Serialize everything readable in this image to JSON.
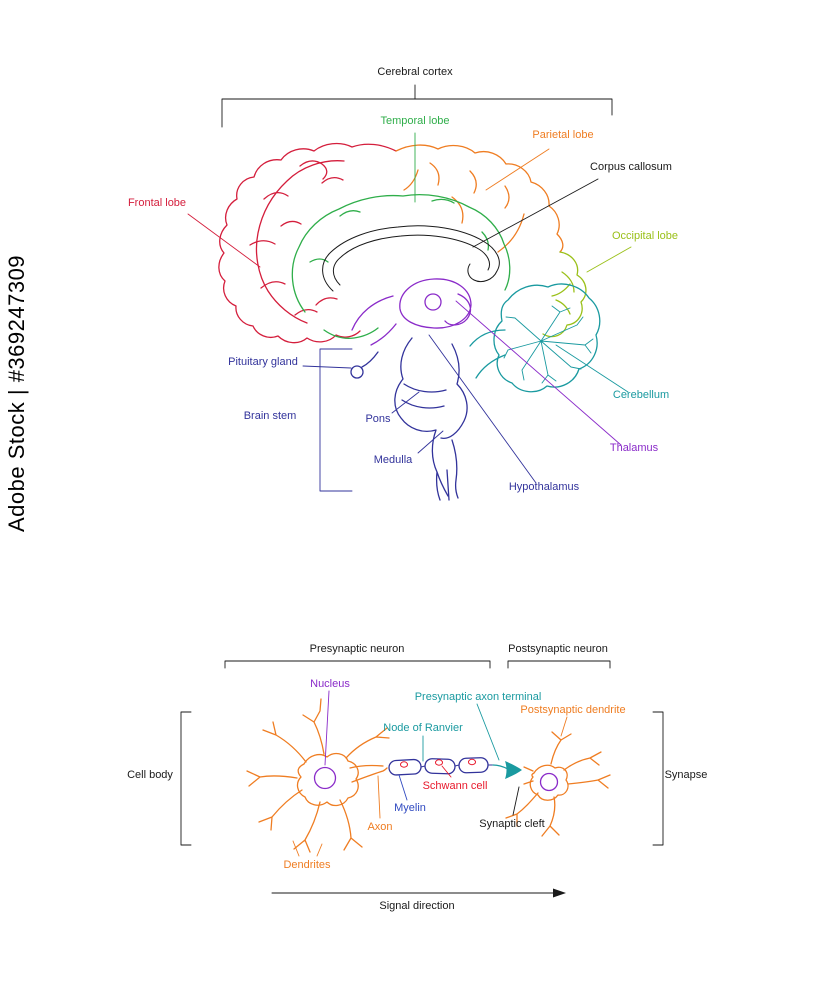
{
  "watermark": "Adobe Stock | #369247309",
  "colors": {
    "black": "#1a1a1a",
    "red": "#d41e3c",
    "orange": "#ef7d22",
    "green": "#2fae4a",
    "yellow_green": "#9ac018",
    "teal": "#1a9aa0",
    "purple": "#8a2bc9",
    "navy": "#32339b",
    "blue": "#2f49c0",
    "schwann_red": "#e8192c"
  },
  "brain": {
    "cerebral_cortex": "Cerebral cortex",
    "temporal_lobe": "Temporal lobe",
    "parietal_lobe": "Parietal lobe",
    "corpus_callosum": "Corpus callosum",
    "frontal_lobe": "Frontal lobe",
    "occipital_lobe": "Occipital lobe",
    "pituitary_gland": "Pituitary gland",
    "brain_stem": "Brain stem",
    "pons": "Pons",
    "medulla": "Medulla",
    "cerebellum": "Cerebellum",
    "thalamus": "Thalamus",
    "hypothalamus": "Hypothalamus"
  },
  "neuron": {
    "presynaptic_neuron": "Presynaptic neuron",
    "postsynaptic_neuron": "Postsynaptic neuron",
    "nucleus": "Nucleus",
    "presynaptic_axon_terminal": "Presynaptic axon terminal",
    "postsynaptic_dendrite": "Postsynaptic dendrite",
    "node_of_ranvier": "Node of Ranvier",
    "schwann_cell": "Schwann cell",
    "cell_body": "Cell body",
    "synapse": "Synapse",
    "myelin": "Myelin",
    "axon": "Axon",
    "synaptic_cleft": "Synaptic cleft",
    "dendrites": "Dendrites",
    "signal_direction": "Signal direction"
  }
}
